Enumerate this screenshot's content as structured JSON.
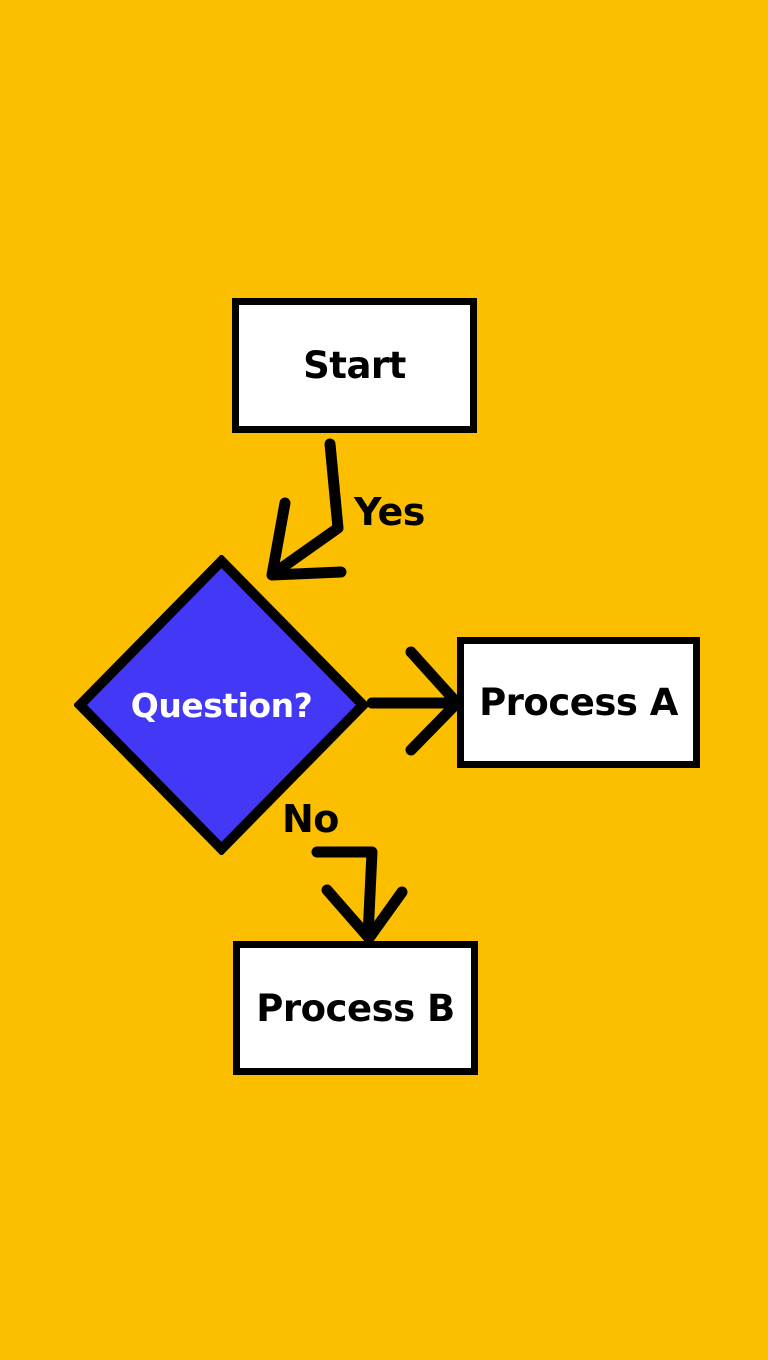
{
  "diagram": {
    "type": "flowchart",
    "background_color": "#FCBF00",
    "node_fill_color": "#FFFFFF",
    "decision_fill_color": "#4338F5",
    "stroke_color": "#000000",
    "decision_text_color": "#FFFFFF",
    "nodes": [
      {
        "id": "start",
        "label": "Start",
        "shape": "rectangle"
      },
      {
        "id": "decision",
        "label": "Question?",
        "shape": "diamond"
      },
      {
        "id": "process-a",
        "label": "Process A",
        "shape": "rectangle"
      },
      {
        "id": "process-b",
        "label": "Process B",
        "shape": "rectangle"
      }
    ],
    "edges": [
      {
        "id": "start-to-decision",
        "from": "start",
        "to": "decision",
        "label": "Yes"
      },
      {
        "id": "decision-to-process-a",
        "from": "decision",
        "to": "process-a",
        "label": ""
      },
      {
        "id": "decision-to-process-b",
        "from": "decision",
        "to": "process-b",
        "label": "No"
      }
    ]
  }
}
